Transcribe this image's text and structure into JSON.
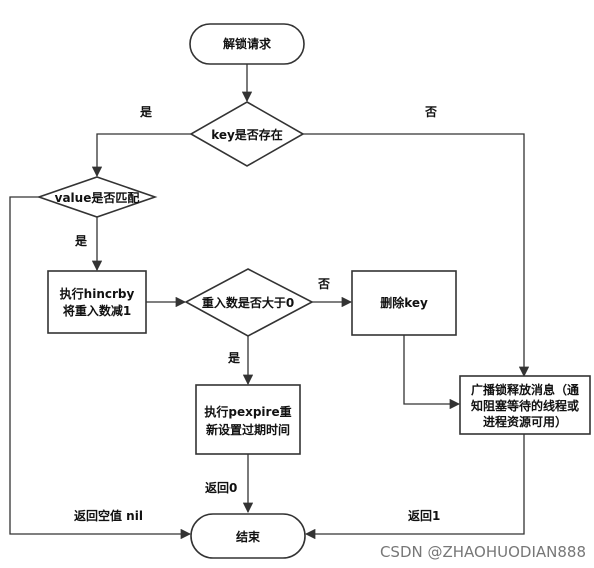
{
  "nodes": {
    "start": "解锁请求",
    "key_exists": "key是否存在",
    "value_match": "value是否匹配",
    "hincrby_l1": "执行hincrby",
    "hincrby_l2": "将重入数减1",
    "reentry_gt0": "重入数是否大于0",
    "delete_key": "删除key",
    "pexpire_l1": "执行pexpire重",
    "pexpire_l2": "新设置过期时间",
    "broadcast_l1": "广播锁释放消息（通",
    "broadcast_l2": "知阻塞等待的线程或",
    "broadcast_l3": "进程资源可用）",
    "end": "结束"
  },
  "edges": {
    "key_yes": "是",
    "key_no": "否",
    "value_yes": "是",
    "reentry_no": "否",
    "reentry_yes": "是",
    "return_nil": "返回空值 nil",
    "return_0": "返回0",
    "return_1": "返回1"
  },
  "watermark": "CSDN @ZHAOHUODIAN888"
}
